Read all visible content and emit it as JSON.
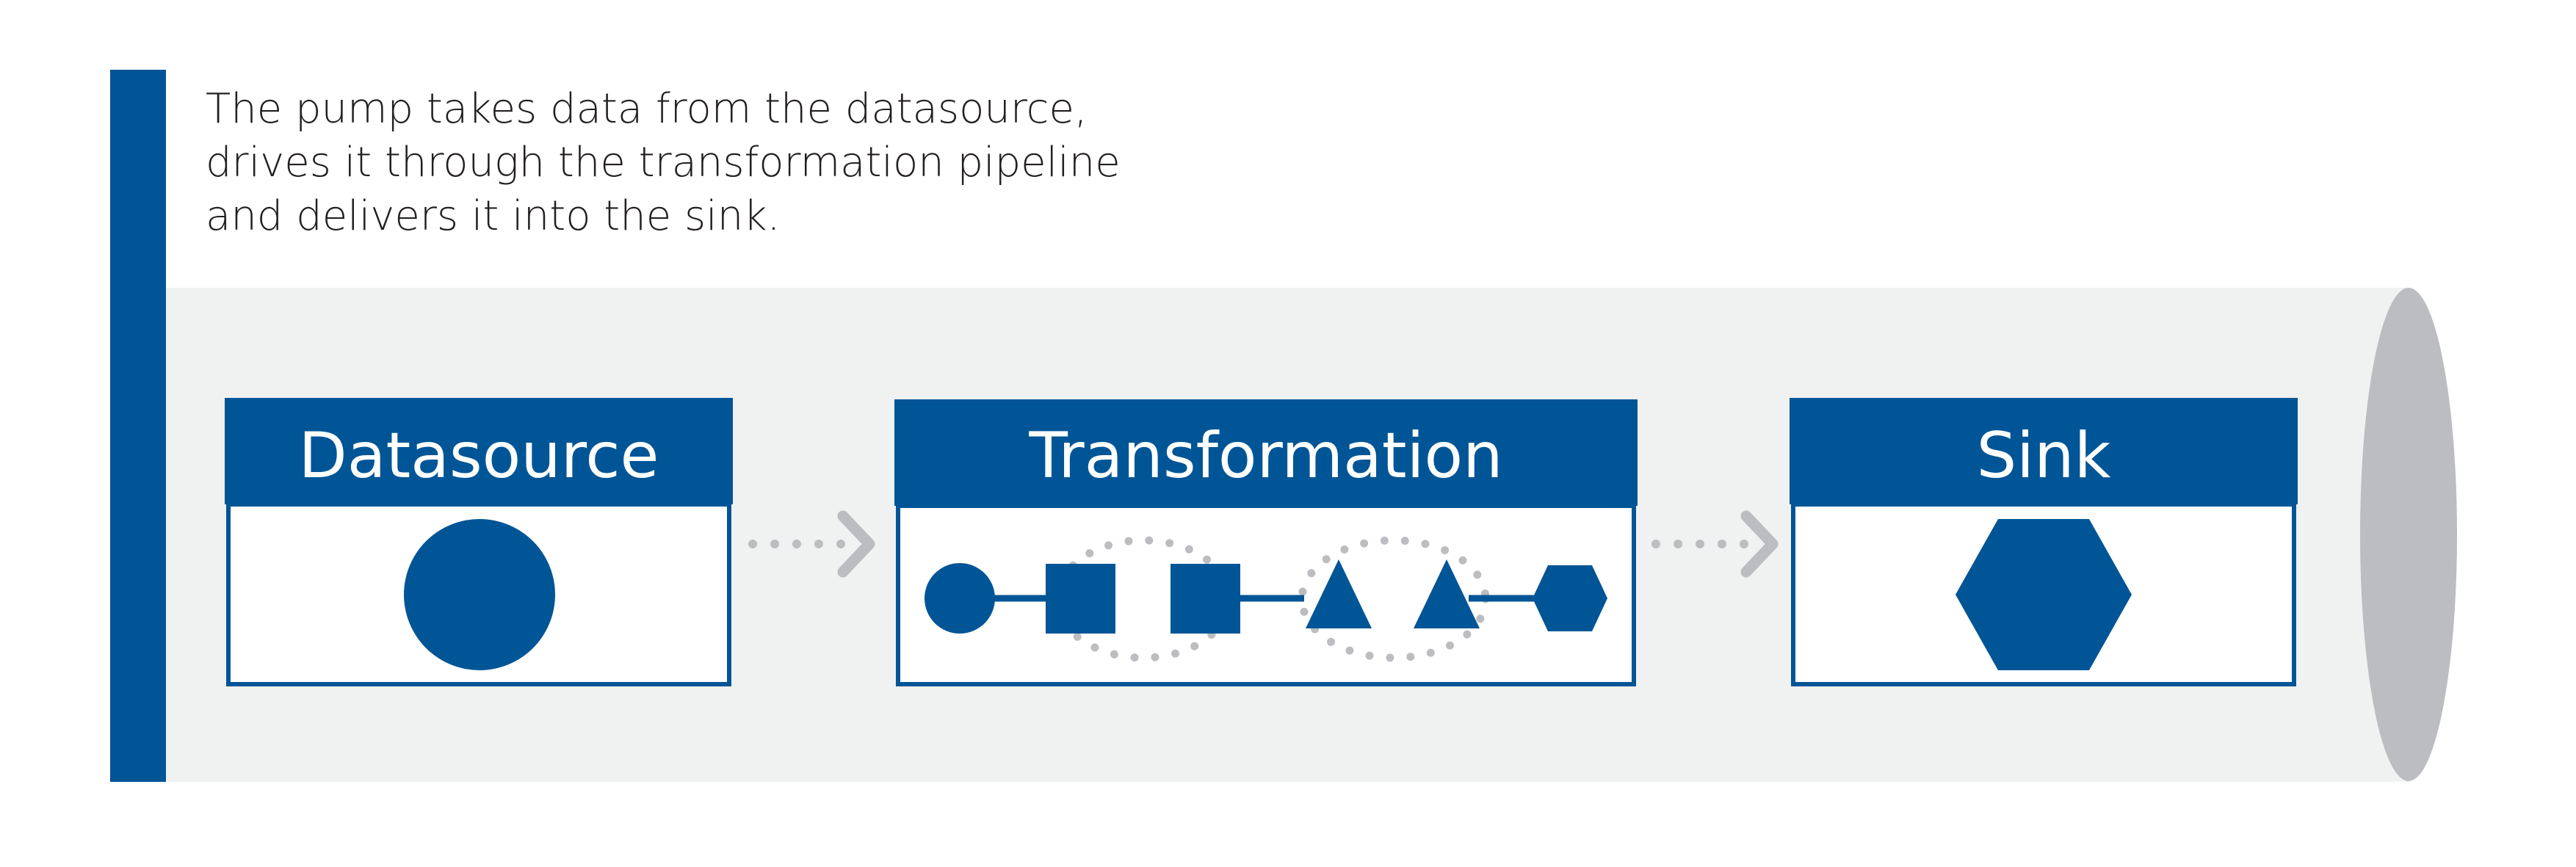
{
  "caption": {
    "lines": [
      "The pump takes data from the datasource,",
      "drives it through the transformation pipeline",
      "and delivers it into the sink."
    ]
  },
  "stages": {
    "datasource": {
      "title": "Datasource"
    },
    "transformation": {
      "title": "Transformation"
    },
    "sink": {
      "title": "Sink"
    }
  },
  "colors": {
    "accent": "#005596",
    "pipe": "#f0f1f1",
    "pipe_end": "#bcbdc0",
    "connector": "#bcbdc0",
    "text": "#231f20"
  },
  "icons": [
    "circle-icon",
    "square-icon",
    "triangle-icon",
    "hexagon-icon",
    "chevron-right-icon"
  ]
}
